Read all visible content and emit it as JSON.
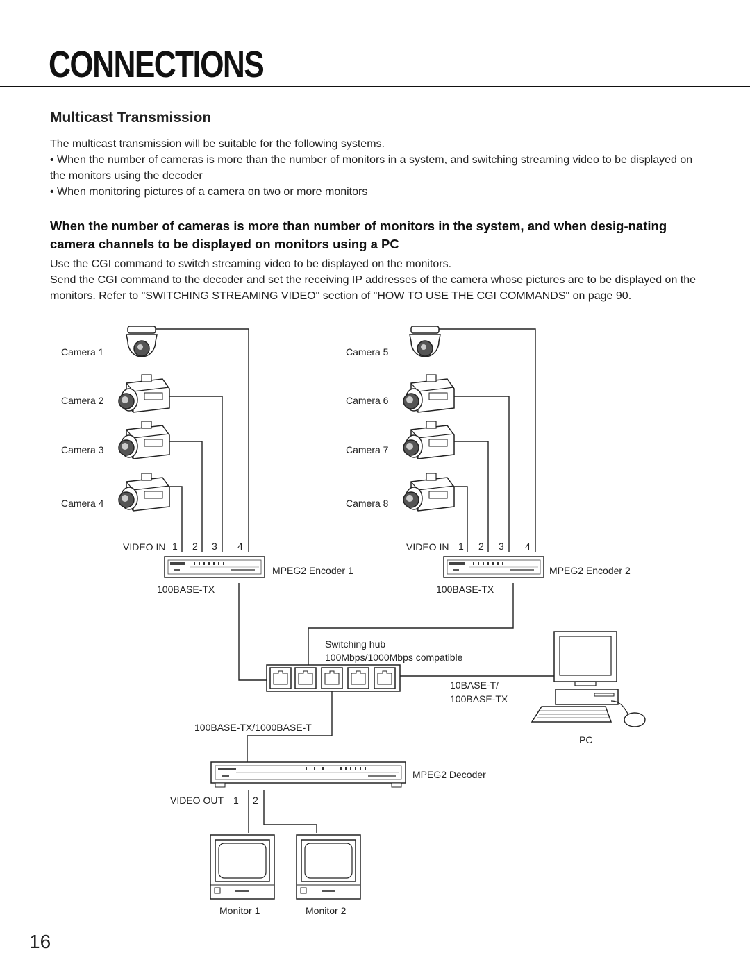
{
  "header": {
    "chapter_title": "CONNECTIONS"
  },
  "section": {
    "title": "Multicast Transmission",
    "intro": "The multicast transmission will be suitable for the following systems.",
    "bullets": [
      "• When the number of cameras is more than the number of monitors in a system, and switching streaming video to be displayed on the monitors using the decoder",
      "• When monitoring pictures of a camera on two or more monitors"
    ]
  },
  "subsection": {
    "title": "When the number of cameras is more than number of monitors in the system, and when desig-nating camera channels to be displayed on monitors using a PC",
    "para1": "Use the CGI command to switch streaming video to be displayed on the monitors.",
    "para2": "Send the CGI command to the decoder and set the receiving IP addresses of the camera whose pictures are to be displayed on the monitors. Refer to \"SWITCHING STREAMING VIDEO\" section of \"HOW TO USE THE CGI COMMANDS\" on page 90."
  },
  "diagram": {
    "cameras": [
      "Camera 1",
      "Camera 2",
      "Camera 3",
      "Camera 4",
      "Camera 5",
      "Camera 6",
      "Camera 7",
      "Camera 8"
    ],
    "video_in_label": "VIDEO IN",
    "video_in_ports": [
      "1",
      "2",
      "3",
      "4"
    ],
    "encoder1": "MPEG2 Encoder 1",
    "encoder2": "MPEG2 Encoder 2",
    "encoder_network": "100BASE-TX",
    "hub_line1": "Switching hub",
    "hub_line2": "100Mbps/1000Mbps compatible",
    "pc_link_line1": "10BASE-T/",
    "pc_link_line2": "100BASE-TX",
    "pc": "PC",
    "decoder_link": "100BASE-TX/1000BASE-T",
    "decoder": "MPEG2 Decoder",
    "video_out_label": "VIDEO OUT",
    "video_out_ports": [
      "1",
      "2"
    ],
    "monitors": [
      "Monitor 1",
      "Monitor 2"
    ]
  },
  "page_number": "16"
}
